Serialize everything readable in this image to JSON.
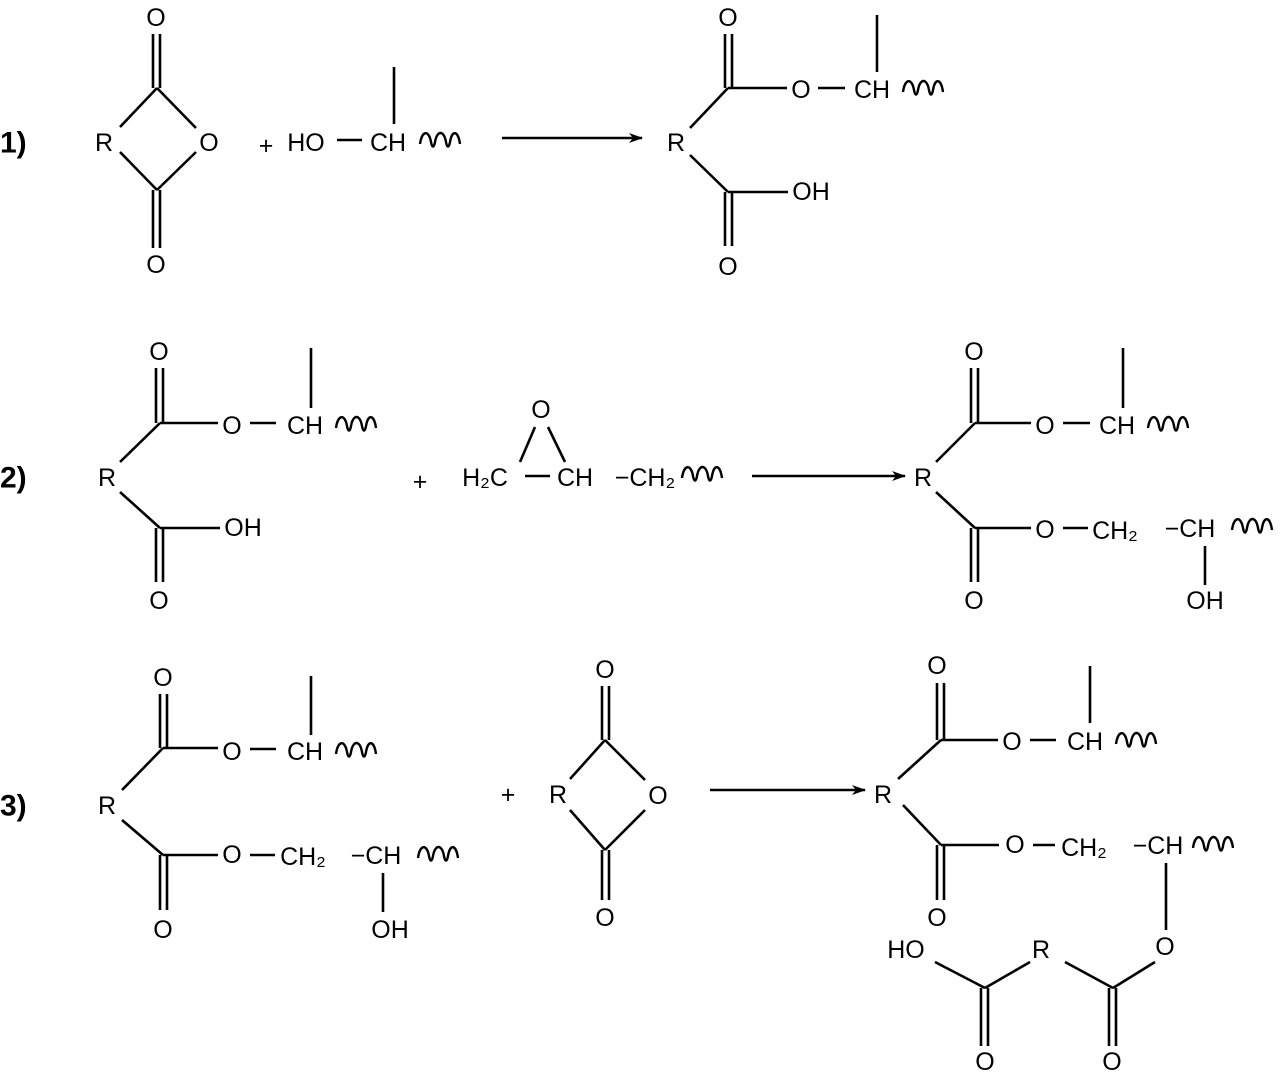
{
  "reactions": [
    {
      "number": "1)",
      "reactant_a": {
        "R": "R",
        "O_top": "O",
        "O_ring": "O",
        "O_bottom": "O"
      },
      "plus": "+",
      "reactant_b": {
        "HO": "HO",
        "CH": "CH"
      },
      "product": {
        "R": "R",
        "O_top": "O",
        "O_ester": "O",
        "CH": "CH",
        "OH": "OH",
        "O_bottom": "O"
      }
    },
    {
      "number": "2)",
      "reactant_a": {
        "R": "R",
        "O_top": "O",
        "O_ester": "O",
        "CH": "CH",
        "OH": "OH",
        "O_bottom": "O"
      },
      "plus": "+",
      "reactant_b": {
        "O_epoxide": "O",
        "H2C": "H₂C",
        "CH": "CH",
        "CH2": "−CH₂"
      },
      "product": {
        "R": "R",
        "O_top": "O",
        "O_ester": "O",
        "CH": "CH",
        "O_ester2": "O",
        "CH2": "CH₂",
        "CH2b": "−CH",
        "OH": "OH",
        "O_bottom": "O"
      }
    },
    {
      "number": "3)",
      "reactant_a": {
        "R": "R",
        "O_top": "O",
        "O_ester": "O",
        "CH": "CH",
        "O_ester2": "O",
        "CH2": "CH₂",
        "CHb": "−CH",
        "OH": "OH",
        "O_bottom": "O"
      },
      "plus": "+",
      "reactant_b": {
        "R": "R",
        "O_top": "O",
        "O_ring": "O",
        "O_bottom": "O"
      },
      "product": {
        "R": "R",
        "O_top": "O",
        "O_ester": "O",
        "CH": "CH",
        "O_ester2": "O",
        "CH2": "CH₂",
        "CHb": "−CH",
        "O_bottom": "O",
        "O_link": "O",
        "HO": "HO",
        "R2": "R",
        "O_acid": "O",
        "O_ester3": "O"
      }
    }
  ]
}
